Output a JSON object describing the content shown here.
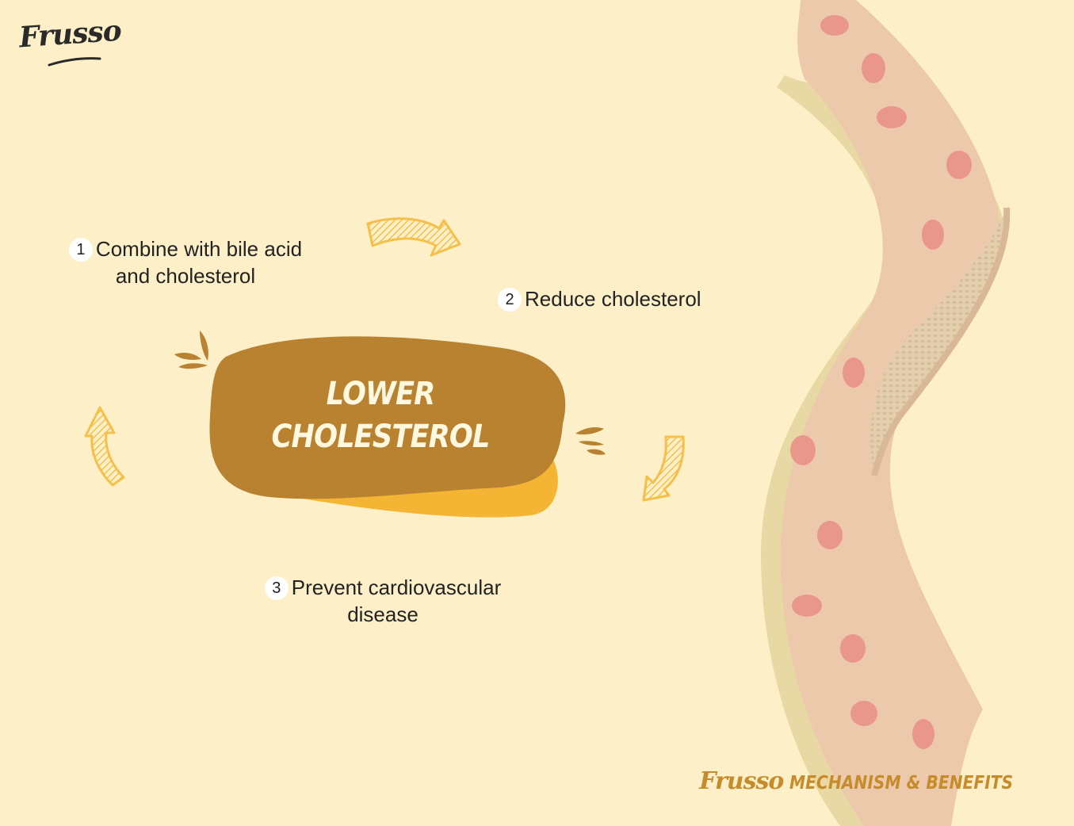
{
  "logo": {
    "text": "Frusso"
  },
  "steps": [
    {
      "number": "1",
      "text": "Combine with bile acid and cholesterol"
    },
    {
      "number": "2",
      "text": "Reduce cholesterol"
    },
    {
      "number": "3",
      "text": "Prevent cardiovascular disease"
    }
  ],
  "center": {
    "line1": "LOWER",
    "line2": "CHOLESTEROL"
  },
  "footer": {
    "brand": "Frusso",
    "title": "MECHANISM & BENEFITS"
  },
  "colors": {
    "background": "#fdf0c9",
    "blob_main": "#b88231",
    "blob_shadow": "#f4b534",
    "arrow": "#f4c04a",
    "vessel_wall": "#e8d8a4",
    "vessel_inner": "#edc9ab",
    "blood_cell": "#e9978a",
    "footer_accent": "#c68c2b"
  },
  "icons": [
    "curved-arrow-icon",
    "splash-icon",
    "blood-vessel-illustration"
  ]
}
